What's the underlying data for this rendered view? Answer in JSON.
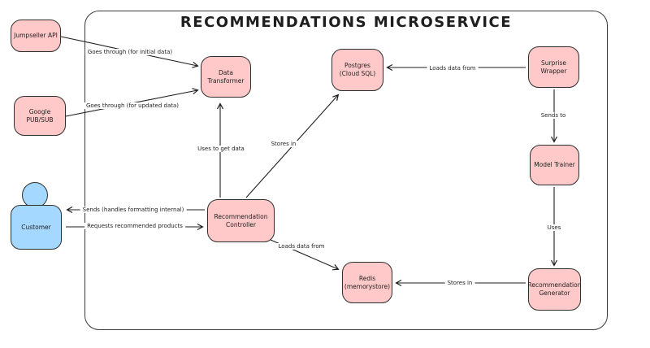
{
  "title": "RECOMMENDATIONS MICROSERVICE",
  "colors": {
    "node_fill": "#ffc9c9",
    "actor_fill": "#a5d8ff",
    "stroke": "#1e1e1e",
    "background": "#ffffff"
  },
  "nodes": {
    "jumpseller": {
      "label": "Jumpseller API"
    },
    "pubsub": {
      "label": "Google PUB/SUB"
    },
    "transformer": {
      "label": "Data Transformer"
    },
    "postgres": {
      "label": "Postgres (Cloud SQL)"
    },
    "surprise": {
      "label": "Surprise Wrapper"
    },
    "trainer": {
      "label": "Model Trainer"
    },
    "controller": {
      "label": "Recommendation Controller"
    },
    "redis": {
      "label": "Redis (memorystore)"
    },
    "generator": {
      "label": "Recommendation Generator"
    },
    "customer": {
      "label": "Customer"
    }
  },
  "edges": {
    "jumpseller_to_transformer": {
      "label": "Goes through (for initial data)"
    },
    "pubsub_to_transformer": {
      "label": "Goes through (for updated data)"
    },
    "controller_to_transformer": {
      "label": "Uses to get data"
    },
    "controller_to_postgres": {
      "label": "Stores in"
    },
    "surprise_to_postgres": {
      "label": "Loads data from"
    },
    "surprise_to_trainer": {
      "label": "Sends to"
    },
    "trainer_to_generator": {
      "label": "Uses"
    },
    "generator_to_redis": {
      "label": "Stores in"
    },
    "controller_to_redis": {
      "label": "Loads data from"
    },
    "controller_to_customer": {
      "label": "Sends (handles formatting internal)"
    },
    "customer_to_controller": {
      "label": "Requests recommended products"
    }
  }
}
